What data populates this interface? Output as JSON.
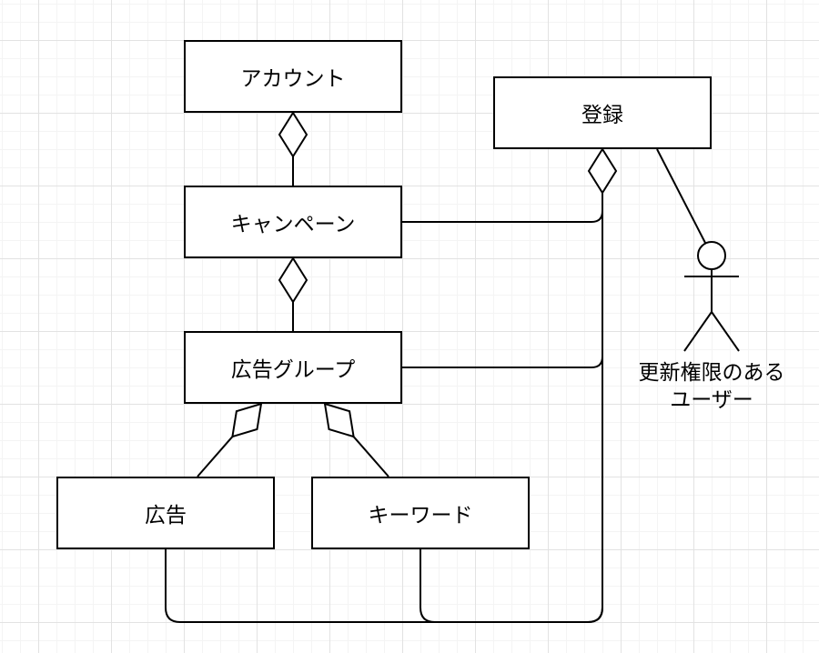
{
  "diagram": {
    "nodes": [
      {
        "id": "account",
        "label": "アカウント"
      },
      {
        "id": "campaign",
        "label": "キャンペーン"
      },
      {
        "id": "adgroup",
        "label": "広告グループ"
      },
      {
        "id": "ad",
        "label": "広告"
      },
      {
        "id": "keyword",
        "label": "キーワード"
      },
      {
        "id": "register",
        "label": "登録"
      }
    ],
    "actor": {
      "label_line1": "更新権限のある",
      "label_line2": "ユーザー"
    },
    "edges": [
      {
        "from": "account",
        "to": "campaign",
        "type": "aggregation",
        "diamond_at": "account"
      },
      {
        "from": "campaign",
        "to": "adgroup",
        "type": "aggregation",
        "diamond_at": "campaign"
      },
      {
        "from": "adgroup",
        "to": "ad",
        "type": "aggregation",
        "diamond_at": "adgroup"
      },
      {
        "from": "adgroup",
        "to": "keyword",
        "type": "aggregation",
        "diamond_at": "adgroup"
      },
      {
        "from": "campaign",
        "to": "register",
        "type": "aggregation",
        "diamond_at": "register"
      },
      {
        "from": "adgroup",
        "to": "register",
        "type": "aggregation",
        "diamond_at": "register"
      },
      {
        "from": "ad",
        "to": "register",
        "type": "aggregation",
        "diamond_at": "register"
      },
      {
        "from": "keyword",
        "to": "register",
        "type": "aggregation",
        "diamond_at": "register"
      },
      {
        "from": "register",
        "to": "actor",
        "type": "association"
      }
    ],
    "colors": {
      "stroke": "#000000",
      "node_fill": "#ffffff",
      "grid_minor": "#f4f4f4",
      "grid_major": "#e2e2e2",
      "background": "#ffffff"
    }
  }
}
